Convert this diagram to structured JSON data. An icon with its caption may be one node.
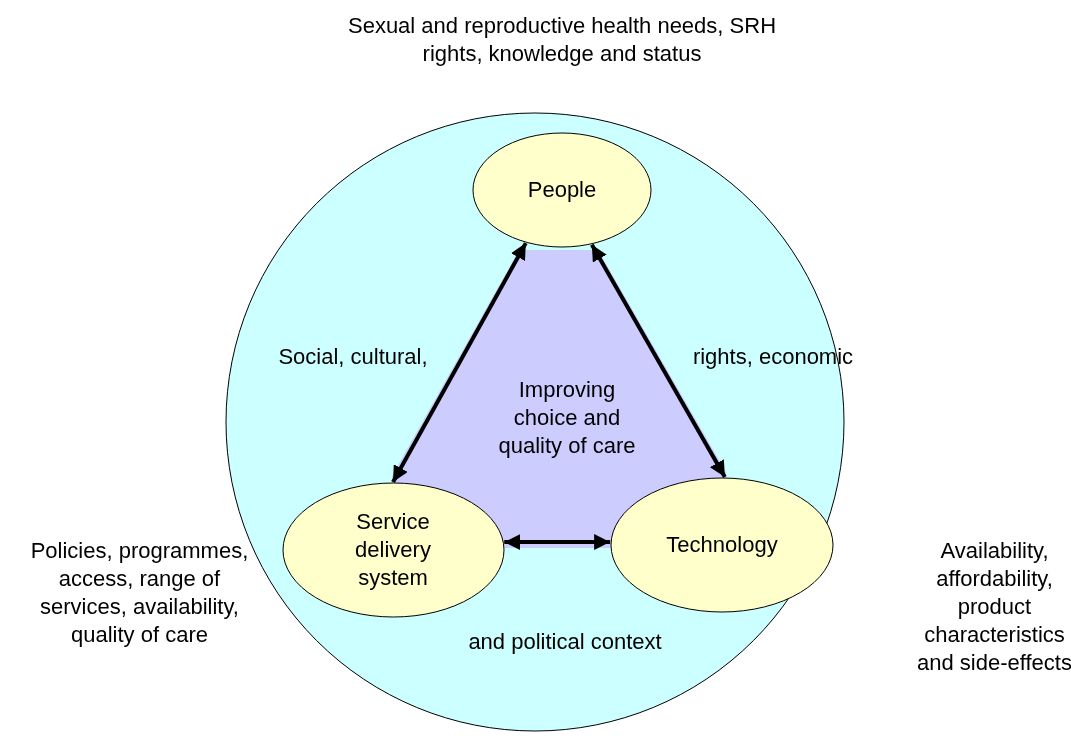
{
  "diagram": {
    "nodes": [
      {
        "text": [
          "Social, cultural,",
          "rights, economic",
          "and political context"
        ]
      },
      {
        "text": [
          "Improving choice and quality of care"
        ],
        "in": 0
      },
      {
        "text": [
          "People"
        ],
        "in": 0
      },
      {
        "text": [
          "Service delivery system"
        ],
        "in": 0
      },
      {
        "text": [
          "Technology"
        ],
        "in": 0
      }
    ],
    "edges": [
      {
        "from": 2,
        "to": 3,
        "arrow": "both"
      },
      {
        "from": 2,
        "to": 4,
        "arrow": "both"
      },
      {
        "from": 3,
        "to": 4,
        "arrow": "both"
      }
    ],
    "labels": [
      "Sexual and reproductive health needs, SRH rights, knowledge and status",
      "Policies, programmes, access, range of services, availability, quality of care",
      "Availability, affordability, product characteristics and side-effects"
    ]
  }
}
